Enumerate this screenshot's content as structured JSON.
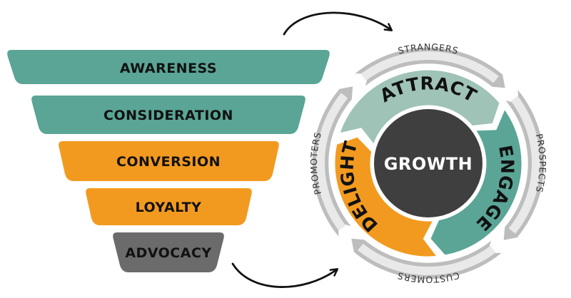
{
  "funnel": {
    "stages": [
      {
        "label": "AWARENESS",
        "color": "#5aa596"
      },
      {
        "label": "CONSIDERATION",
        "color": "#5aa596"
      },
      {
        "label": "CONVERSION",
        "color": "#f29a1f"
      },
      {
        "label": "LOYALTY",
        "color": "#f29a1f"
      },
      {
        "label": "ADVOCACY",
        "color": "#6b6b6b"
      }
    ]
  },
  "flywheel": {
    "center_label": "GROWTH",
    "center_color": "#3f3f3f",
    "inner_segments": [
      {
        "label": "ATTRACT",
        "color": "#9fc3b6"
      },
      {
        "label": "ENGAGE",
        "color": "#5aa596"
      },
      {
        "label": "DELIGHT",
        "color": "#f29a1f"
      }
    ],
    "outer_ring_labels": [
      {
        "label": "STRANGERS"
      },
      {
        "label": "PROSPECTS"
      },
      {
        "label": "CUSTOMERS"
      },
      {
        "label": "PROMOTERS"
      }
    ],
    "outer_ring_color": "#bdbdbd"
  }
}
